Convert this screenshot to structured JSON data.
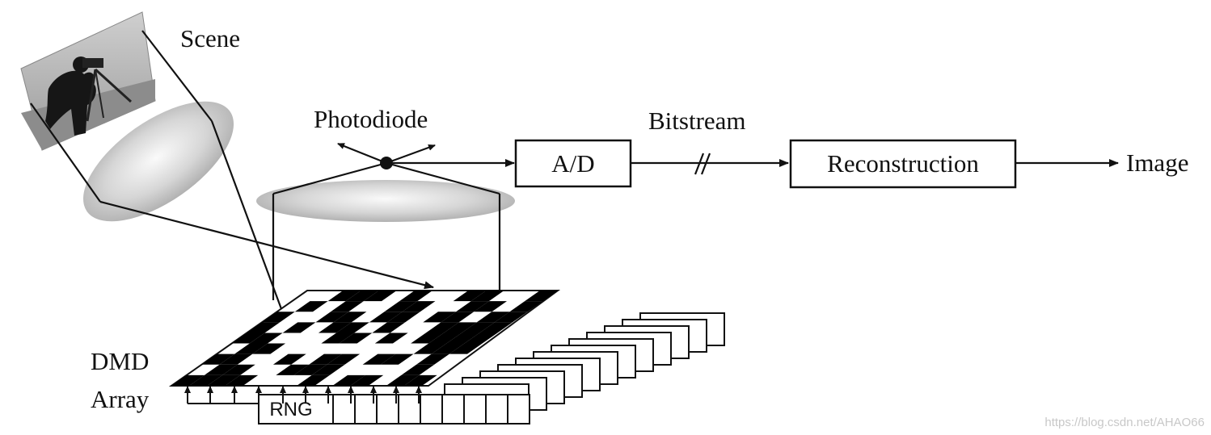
{
  "labels": {
    "scene": "Scene",
    "photodiode": "Photodiode",
    "bitstream": "Bitstream",
    "image": "Image",
    "dmd_line1": "DMD",
    "dmd_line2": "Array"
  },
  "blocks": {
    "ad": "A/D",
    "reconstruction": "Reconstruction",
    "rng": "RNG"
  },
  "watermark": "https://blog.csdn.net/AHAO66",
  "icons": [
    "scene-photo-icon",
    "lens-icon",
    "photodiode-icon",
    "arrow-icon"
  ],
  "colors": {
    "ink": "#111111",
    "lens": "#c9c9c9",
    "background": "#ffffff"
  }
}
